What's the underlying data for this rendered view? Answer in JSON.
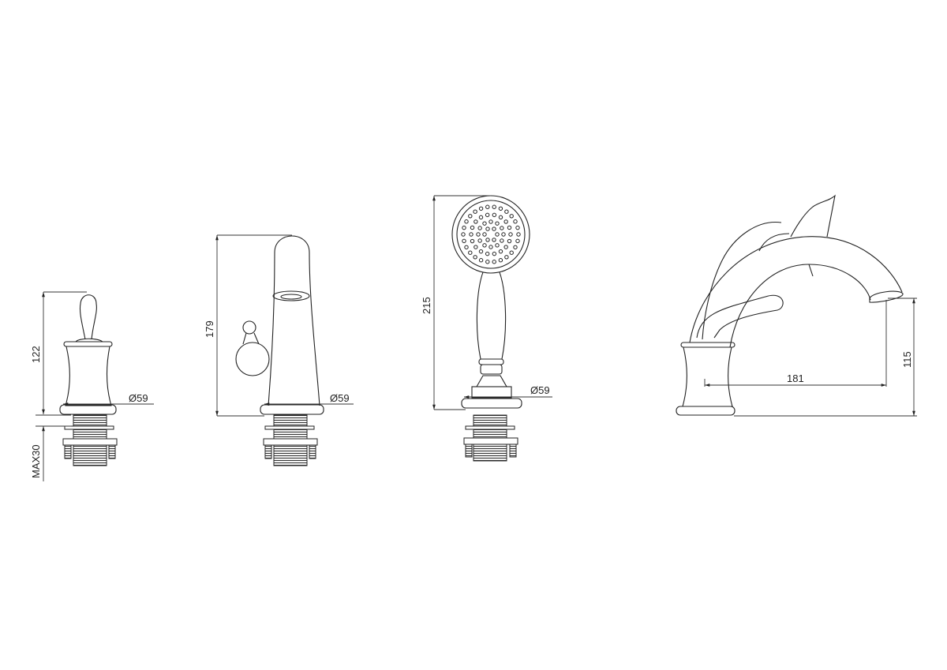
{
  "drawing": {
    "views": [
      {
        "name": "valve",
        "height_label": "122",
        "diameter_label": "Ø59",
        "max_label": "MAX30"
      },
      {
        "name": "spout-valve",
        "height_label": "179",
        "diameter_label": "Ø59"
      },
      {
        "name": "hand-shower",
        "height_label": "215",
        "diameter_label": "Ø59"
      },
      {
        "name": "bath-spout",
        "reach_label": "181",
        "height_label": "115"
      }
    ],
    "line_color": "#222222"
  }
}
